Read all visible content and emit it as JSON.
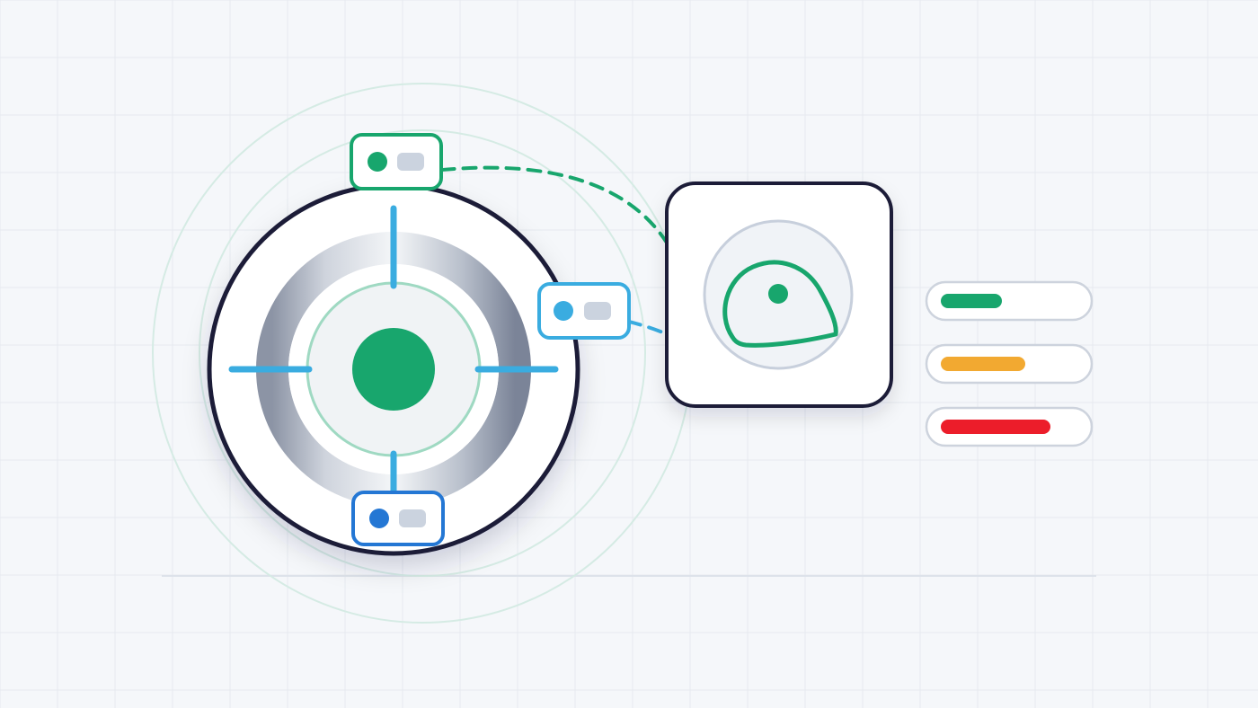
{
  "colors": {
    "background": "#f5f7fa",
    "grid_line": "#e6eaf0",
    "baseline": "#dde2ea",
    "halo": "#d5ebe4",
    "dark_outline": "#1c1f38",
    "green": "#18a66d",
    "green_ring": "#9fd9c2",
    "crosshair_blue": "#3aace0",
    "node_blue": "#2477d4",
    "card_inner_ring": "#c7cfdc",
    "card_inner_fill": "#f0f3f7",
    "pill_stroke": "#cdd3dd",
    "pill_fill": "#ffffff",
    "switch_grey": "#cbd3df",
    "bar_green": "#18a66d",
    "bar_amber": "#f2a931",
    "bar_red": "#ec1d2a"
  },
  "icons": {
    "target_dial": "crosshair-target-icon",
    "location_card": "map-region-pin-icon",
    "toggle_nodes": "toggle-switch-icon"
  },
  "diagram": {
    "status_bars": [
      {
        "status": "green",
        "fill_fraction": 0.45
      },
      {
        "status": "amber",
        "fill_fraction": 0.62
      },
      {
        "status": "red",
        "fill_fraction": 0.8
      }
    ]
  }
}
